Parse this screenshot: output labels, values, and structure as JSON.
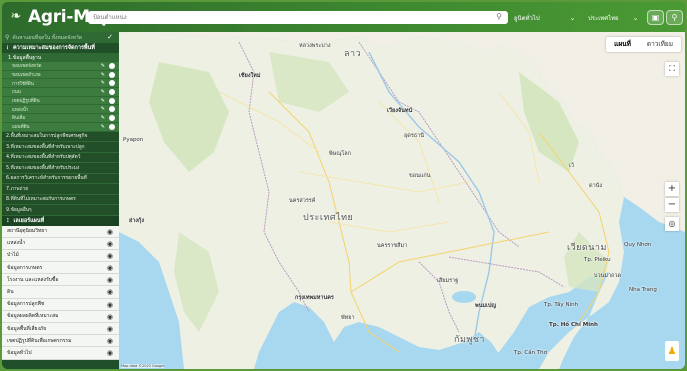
{
  "app": {
    "logo_text": "Agri-Map",
    "search_placeholder": "ป้อนตำแหน่ง",
    "select_unit": "ยูนิตทั่วไป",
    "select_country": "ประเทศไทย"
  },
  "sidebar": {
    "search_placeholder": "ค้นหาแผนที่จุดใน ทั้งหมดจังหวัด",
    "section_title": "ความเหมาะสมของการจัดการพื้นที่",
    "subsection_title": "1.ข้อมูลพื้นฐาน",
    "base_items": [
      "ขอบเขตจังหวัด",
      "ขอบเขตอำเภอ",
      "การใช้ที่ดิน",
      "ถนน",
      "เขตปฏิรูปที่ดิน",
      "แหล่งน้ำ",
      "ดินเค็ม",
      "แผนที่ดิน"
    ],
    "dark_items": [
      "2.พื้นที่เหมาะสมในการปลูกพืชเศรษฐกิจ",
      "3.ที่เหมาะสมของพื้นที่สำหรับเพาะปลูก",
      "4.ที่เหมาะสมของพื้นที่สำหรับปศุสัตว์",
      "5.ที่เหมาะสมของพื้นที่สำหรับประมง",
      "6.ผลการวิเคราะห์สำหรับการขยายพื้นที่",
      "7.ภาพถ่าย",
      "8.ที่ดินที่ไม่เหมาะสมกับการเกษตร",
      "9.ข้อมูลอื่นๆ"
    ],
    "layer_section_title": "เลเยอร์แผนที่",
    "layer_items": [
      "สถานีอุตุนิยมวิทยา",
      "แหล่งน้ำ",
      "ป่าไม้",
      "ข้อมูลการเกษตร",
      "โรงงาน และแหล่งรับซื้อ",
      "ดิน",
      "ข้อมูลการปลูกพืช",
      "ข้อมูลผลผลิตที่เหมาะสม",
      "ข้อมูลพื้นที่เสี่ยงภัย",
      "เขตปฏิรูปที่ดินเพื่อเกษตรกรรม",
      "ข้อมูลทั่วไป"
    ]
  },
  "map": {
    "toggle_map": "แผนที่",
    "toggle_satellite": "ดาวเทียม",
    "zoom_in": "+",
    "zoom_out": "−",
    "labels": {
      "laos": "ลาว",
      "thailand": "ประเทศไทย",
      "vietnam": "เวียดนาม",
      "cambodia": "กัมพูชา",
      "bangkok": "กรุงเทพมหานคร",
      "vientiane": "เวียงจันทน์",
      "chiang_mai": "เชียงใหม่",
      "nakhon_ratchasima": "นครราชสีมา",
      "phnom_penh": "พนมเปญ",
      "siem_reap": "เสียมราฐ",
      "hue": "เว้",
      "da_nang": "ดานัง",
      "nakhon_sawan": "นครสวรรค์",
      "phitsanulok": "พิษณุโลก",
      "khon_kaen": "ขอนแก่น",
      "udon_thani": "อุดรธานี",
      "luang_prabang": "หลวงพระบาง",
      "yangon": "ย่างกุ้ง",
      "ho_chi_minh": "Tp. Hồ Chí Minh",
      "quy_nhon": "Quy Nhơn",
      "nha_trang": "Nha Trang",
      "can_tho": "Tp. Cần Thơ",
      "pleiku": "Tp. Pleiku",
      "buon_ma_thuot": "บวนมาถวด",
      "pattaya": "พัทยา",
      "hat_yai": "Tp. Tây Ninh",
      "mandalay": "Pyapon"
    },
    "attribution": "Map data ©2023 Google"
  }
}
